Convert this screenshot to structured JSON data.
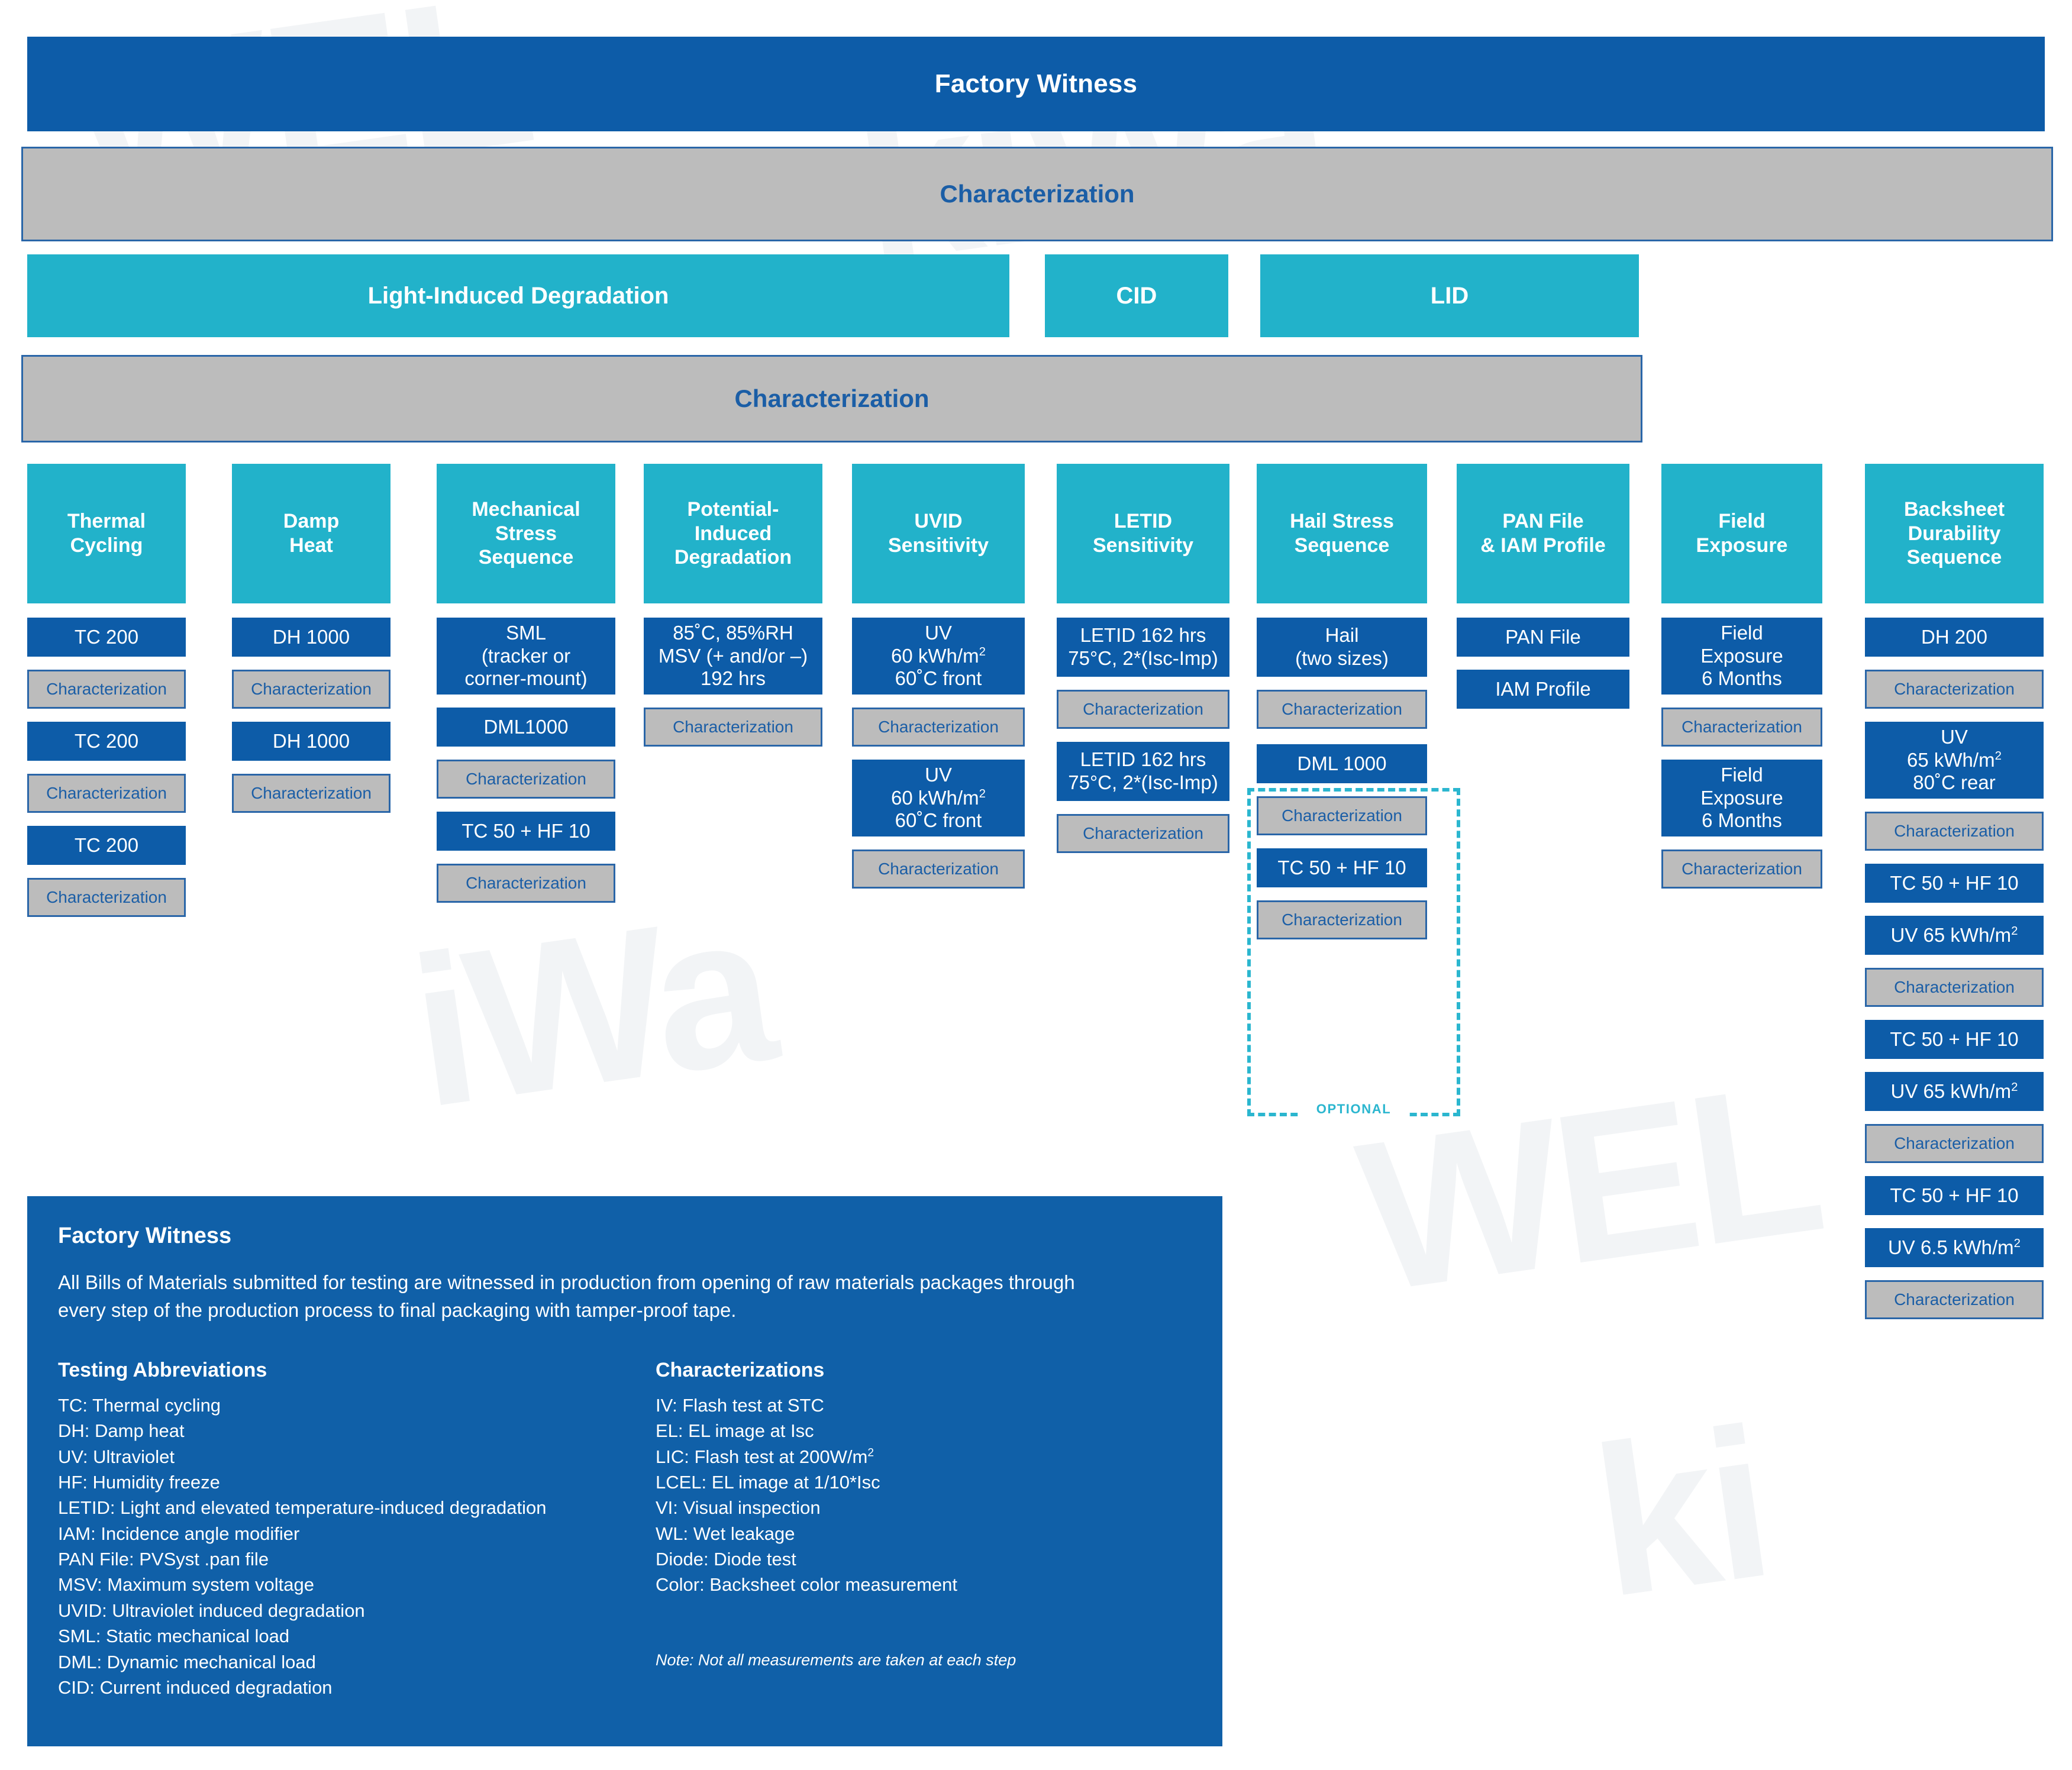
{
  "colors": {
    "navy": "#0d5ca8",
    "teal": "#22b2ca",
    "grey": "#bcbcbc",
    "grey_border": "#2a66a8",
    "optional_dash": "#2bb6cf",
    "legend_bg": "#1060a8",
    "char_text": "#1b5ea6"
  },
  "header": {
    "title": "Factory Witness",
    "characterization_1": "Characterization",
    "characterization_2": "Characterization"
  },
  "bands": [
    {
      "label": "Light-Induced Degradation"
    },
    {
      "label": "CID"
    },
    {
      "label": "LID"
    }
  ],
  "characterization_label": "Characterization",
  "optional_label": "OPTIONAL",
  "columns": [
    {
      "header": "Thermal\nCycling",
      "steps": [
        {
          "type": "navy",
          "label": "TC 200"
        },
        {
          "type": "grey",
          "label": "Characterization"
        },
        {
          "type": "navy",
          "label": "TC 200"
        },
        {
          "type": "grey",
          "label": "Characterization"
        },
        {
          "type": "navy",
          "label": "TC 200"
        },
        {
          "type": "grey",
          "label": "Characterization"
        }
      ]
    },
    {
      "header": "Damp\nHeat",
      "steps": [
        {
          "type": "navy",
          "label": "DH 1000"
        },
        {
          "type": "grey",
          "label": "Characterization"
        },
        {
          "type": "navy",
          "label": "DH 1000"
        },
        {
          "type": "grey",
          "label": "Characterization"
        }
      ]
    },
    {
      "header": "Mechanical\nStress\nSequence",
      "steps": [
        {
          "type": "navy",
          "label": "SML\n(tracker or\ncorner-mount)"
        },
        {
          "type": "navy",
          "label": "DML1000"
        },
        {
          "type": "grey",
          "label": "Characterization"
        },
        {
          "type": "navy",
          "label": "TC 50 + HF 10"
        },
        {
          "type": "grey",
          "label": "Characterization"
        }
      ]
    },
    {
      "header": "Potential-\nInduced\nDegradation",
      "steps": [
        {
          "type": "navy",
          "label": "85˚C, 85%RH\nMSV (+ and/or –)\n192 hrs"
        },
        {
          "type": "grey",
          "label": "Characterization"
        }
      ]
    },
    {
      "header": "UVID\nSensitivity",
      "steps": [
        {
          "type": "navy",
          "label": "UV\n60 kWh/m²\n60˚C front"
        },
        {
          "type": "grey",
          "label": "Characterization"
        },
        {
          "type": "navy",
          "label": "UV\n60 kWh/m²\n60˚C front"
        },
        {
          "type": "grey",
          "label": "Characterization"
        }
      ]
    },
    {
      "header": "LETID\nSensitivity",
      "steps": [
        {
          "type": "navy",
          "label": "LETID 162 hrs\n75°C, 2*(Isc-Imp)"
        },
        {
          "type": "grey",
          "label": "Characterization"
        },
        {
          "type": "navy",
          "label": "LETID 162 hrs\n75°C, 2*(Isc-Imp)"
        },
        {
          "type": "grey",
          "label": "Characterization"
        }
      ]
    },
    {
      "header": "Hail Stress\nSequence",
      "steps": [
        {
          "type": "navy",
          "label": "Hail\n(two sizes)"
        },
        {
          "type": "grey",
          "label": "Characterization"
        },
        {
          "type": "navy",
          "label": "DML 1000"
        },
        {
          "type": "grey",
          "label": "Characterization"
        },
        {
          "type": "navy",
          "label": "TC 50 + HF 10"
        },
        {
          "type": "grey",
          "label": "Characterization"
        }
      ]
    },
    {
      "header": "PAN File\n& IAM Profile",
      "steps": [
        {
          "type": "navy",
          "label": "PAN File"
        },
        {
          "type": "navy",
          "label": "IAM Profile"
        }
      ]
    },
    {
      "header": "Field\nExposure",
      "steps": [
        {
          "type": "navy",
          "label": "Field\nExposure\n6 Months"
        },
        {
          "type": "grey",
          "label": "Characterization"
        },
        {
          "type": "navy",
          "label": "Field\nExposure\n6 Months"
        },
        {
          "type": "grey",
          "label": "Characterization"
        }
      ]
    },
    {
      "header": "Backsheet\nDurability\nSequence",
      "steps": [
        {
          "type": "navy",
          "label": "DH 200"
        },
        {
          "type": "grey",
          "label": "Characterization"
        },
        {
          "type": "navy",
          "label": "UV\n65 kWh/m²\n80˚C rear"
        },
        {
          "type": "grey",
          "label": "Characterization"
        },
        {
          "type": "navy",
          "label": "TC 50 + HF 10"
        },
        {
          "type": "navy",
          "label": "UV 65 kWh/m²"
        },
        {
          "type": "grey",
          "label": "Characterization"
        },
        {
          "type": "navy",
          "label": "TC 50 + HF 10"
        },
        {
          "type": "navy",
          "label": "UV 65 kWh/m²"
        },
        {
          "type": "grey",
          "label": "Characterization"
        },
        {
          "type": "navy",
          "label": "TC 50 + HF 10"
        },
        {
          "type": "navy",
          "label": "UV 6.5 kWh/m²"
        },
        {
          "type": "grey",
          "label": "Characterization"
        }
      ]
    }
  ],
  "legend": {
    "title": "Factory Witness",
    "paragraph": "All Bills of Materials submitted for testing are witnessed in production from opening of raw materials packages through every step of the production process to final packaging with tamper-proof tape.",
    "abbrev_heading": "Testing Abbreviations",
    "abbreviations": [
      "TC: Thermal cycling",
      "DH: Damp heat",
      "UV: Ultraviolet",
      "HF: Humidity freeze",
      "LETID: Light and elevated temperature-induced degradation",
      "IAM: Incidence angle modifier",
      "PAN File: PVSyst .pan file",
      "MSV: Maximum system voltage",
      "UVID: Ultraviolet induced degradation",
      "SML: Static mechanical load",
      "DML: Dynamic mechanical load",
      "CID: Current induced degradation"
    ],
    "char_heading": "Characterizations",
    "characterizations": [
      "IV: Flash test at STC",
      "EL: EL image at Isc",
      "LIC: Flash test at 200W/m²",
      "LCEL: EL image at 1/10*Isc",
      "VI: Visual inspection",
      "WL: Wet leakage",
      "Diode: Diode test",
      "Color: Backsheet color measurement"
    ],
    "note": "Note: Not all measurements are taken at each step"
  }
}
